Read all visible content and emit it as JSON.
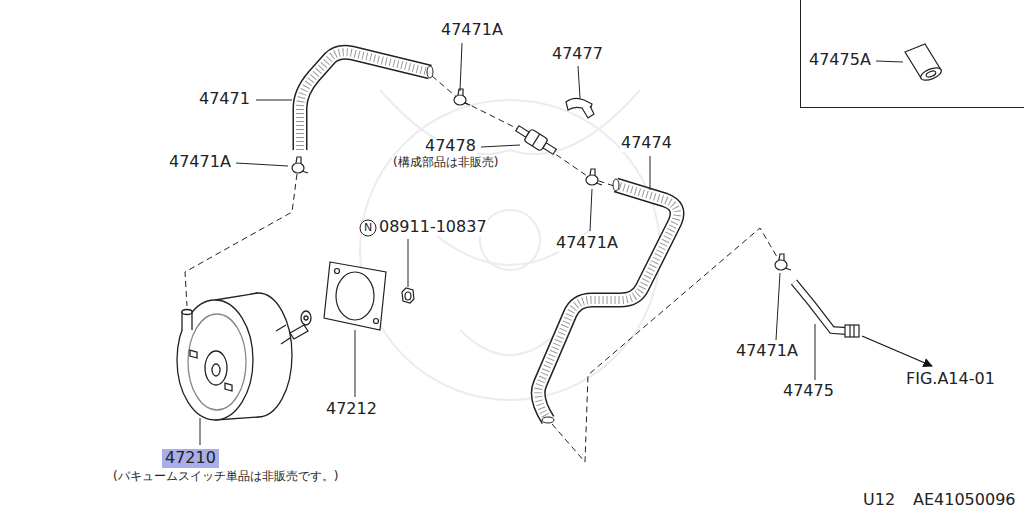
{
  "diagram": {
    "nodes": [
      {
        "text": [
          "47210"
        ]
      },
      {
        "text": [
          "47475A"
        ]
      }
    ],
    "labels": [
      "47471A",
      "47477",
      "47471",
      "47471A",
      "47478",
      "(構成部品は非販売)",
      "47474",
      "47471A",
      "N",
      "08911-10837",
      "47212",
      "(バキュームスイッチ単品は非販売です。)",
      "47471A",
      "47475",
      "FIG.A14-01",
      "U12",
      "AE41050096"
    ]
  }
}
